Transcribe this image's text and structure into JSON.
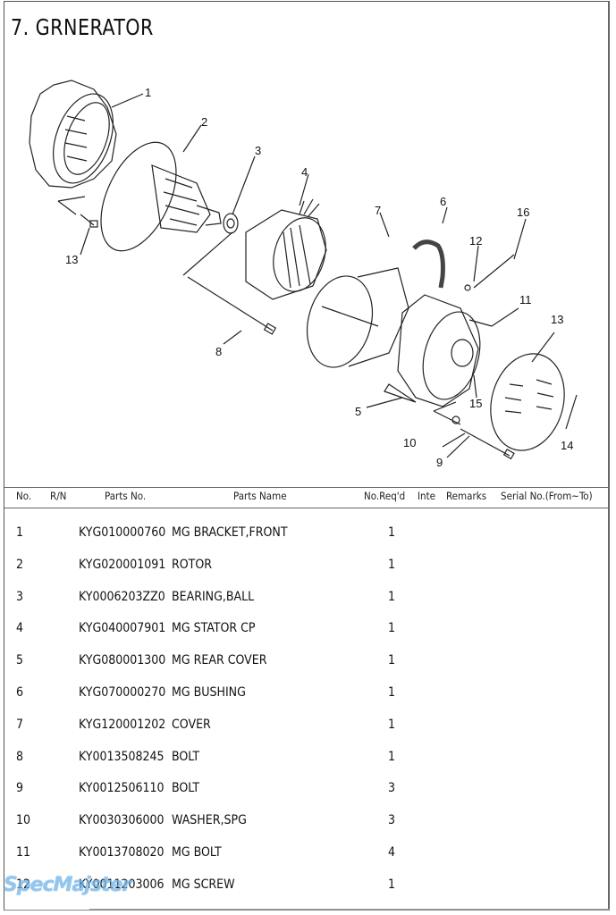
{
  "title": "7. GRNERATOR",
  "diagram": {
    "callouts": [
      "1",
      "2",
      "3",
      "4",
      "5",
      "6",
      "7",
      "8",
      "9",
      "10",
      "11",
      "12",
      "13",
      "13",
      "14",
      "15",
      "16"
    ]
  },
  "table": {
    "headers": {
      "no": "No.",
      "rn": "R/N",
      "parts_no": "Parts No.",
      "parts_name": "Parts Name",
      "qty": "No.Req'd",
      "inte": "Inte",
      "remarks": "Remarks",
      "serial": "Serial No.(From~To)"
    },
    "rows": [
      {
        "no": "1",
        "parts_no": "KYG010000760",
        "name": "MG BRACKET,FRONT",
        "qty": "1"
      },
      {
        "no": "2",
        "parts_no": "KYG020001091",
        "name": "ROTOR",
        "qty": "1"
      },
      {
        "no": "3",
        "parts_no": "KY0006203ZZ0",
        "name": "BEARING,BALL",
        "qty": "1"
      },
      {
        "no": "4",
        "parts_no": "KYG040007901",
        "name": "MG STATOR CP",
        "qty": "1"
      },
      {
        "no": "5",
        "parts_no": "KYG080001300",
        "name": "MG REAR COVER",
        "qty": "1"
      },
      {
        "no": "6",
        "parts_no": "KYG070000270",
        "name": "MG BUSHING",
        "qty": "1"
      },
      {
        "no": "7",
        "parts_no": "KYG120001202",
        "name": "COVER",
        "qty": "1"
      },
      {
        "no": "8",
        "parts_no": "KY0013508245",
        "name": "BOLT",
        "qty": "1"
      },
      {
        "no": "9",
        "parts_no": "KY0012506110",
        "name": "BOLT",
        "qty": "3"
      },
      {
        "no": "10",
        "parts_no": "KY0030306000",
        "name": "WASHER,SPG",
        "qty": "3"
      },
      {
        "no": "11",
        "parts_no": "KY0013708020",
        "name": "MG BOLT",
        "qty": "4"
      },
      {
        "no": "12",
        "parts_no": "KY0011203006",
        "name": "MG SCREW",
        "qty": "1"
      }
    ]
  },
  "watermark": "SpecMajster"
}
